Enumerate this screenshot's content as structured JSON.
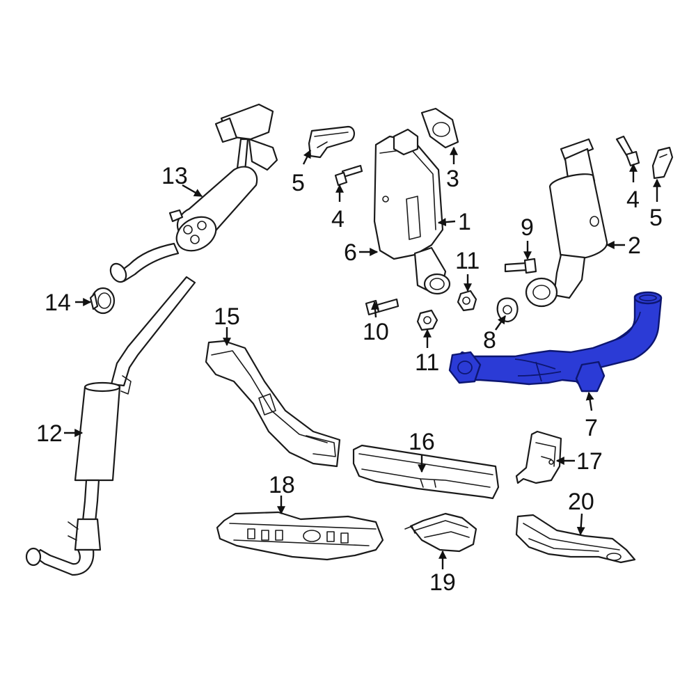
{
  "diagram": {
    "highlight_color": "#2b3bd6",
    "callouts": [
      {
        "id": "c1",
        "text": "1"
      },
      {
        "id": "c2",
        "text": "2"
      },
      {
        "id": "c3",
        "text": "3"
      },
      {
        "id": "c4a",
        "text": "4"
      },
      {
        "id": "c4b",
        "text": "4"
      },
      {
        "id": "c5a",
        "text": "5"
      },
      {
        "id": "c5b",
        "text": "5"
      },
      {
        "id": "c6",
        "text": "6"
      },
      {
        "id": "c7",
        "text": "7"
      },
      {
        "id": "c8",
        "text": "8"
      },
      {
        "id": "c9",
        "text": "9"
      },
      {
        "id": "c10",
        "text": "10"
      },
      {
        "id": "c11a",
        "text": "11"
      },
      {
        "id": "c11b",
        "text": "11"
      },
      {
        "id": "c12",
        "text": "12"
      },
      {
        "id": "c13",
        "text": "13"
      },
      {
        "id": "c14",
        "text": "14"
      },
      {
        "id": "c15",
        "text": "15"
      },
      {
        "id": "c16",
        "text": "16"
      },
      {
        "id": "c17",
        "text": "17"
      },
      {
        "id": "c18",
        "text": "18"
      },
      {
        "id": "c19",
        "text": "19"
      },
      {
        "id": "c20",
        "text": "20"
      }
    ]
  }
}
